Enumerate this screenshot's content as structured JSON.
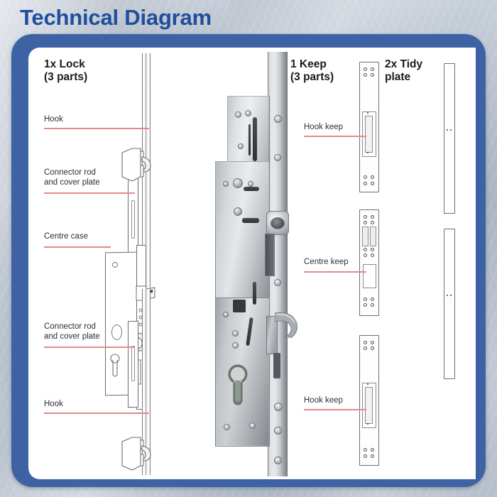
{
  "page": {
    "title": "Technical Diagram",
    "title_color": "#1f4e9c",
    "frame_color": "#3e63a4",
    "panel_color": "#ffffff",
    "leader_line_color": "#e08a8d",
    "background": "grey-blue marble texture"
  },
  "headings": {
    "lock": "1x Lock\n(3 parts)",
    "keep": "1 Keep\n(3 parts)",
    "tidy": "2x Tidy\nplate"
  },
  "callouts": {
    "hook_top": "Hook",
    "connector_rod_top": "Connector rod\nand cover plate",
    "centre_case": "Centre case",
    "connector_rod_bottom": "Connector rod\nand cover plate",
    "hook_bottom": "Hook",
    "hook_keep_top": "Hook keep",
    "centre_keep": "Centre keep",
    "hook_keep_bottom": "Hook keep"
  },
  "parts": {
    "lock_count": "1x",
    "lock_parts": "3 parts",
    "keep_count": "1",
    "keep_parts": "3 parts",
    "tidy_count": "2x"
  }
}
